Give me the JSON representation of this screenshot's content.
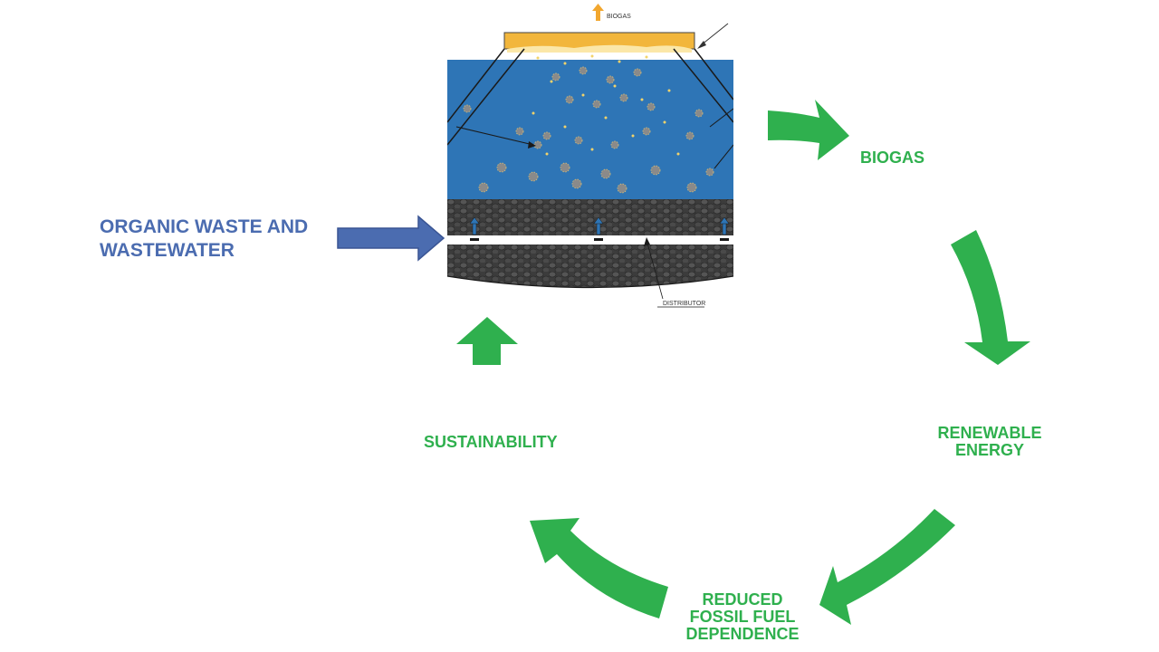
{
  "input_label": {
    "line1": "ORGANIC WASTE AND",
    "line2": "WASTEWATER"
  },
  "cycle": {
    "biogas": "BIOGAS",
    "renewable": {
      "line1": "RENEWABLE",
      "line2": "ENERGY"
    },
    "reduced": {
      "line1": "REDUCED",
      "line2": "FOSSIL FUEL",
      "line3": "DEPENDENCE"
    },
    "sustainability": "SUSTAINABILITY"
  },
  "reactor": {
    "biogas_tag": "BIOGAS",
    "distributor_tag": "DISTRIBUTOR"
  },
  "colors": {
    "cycle_green": "#2fb04e",
    "input_blue": "#4b6cb0",
    "water_blue": "#2e75b6",
    "gas_cap": "#f2b63c",
    "sludge": "#3a3a3a"
  }
}
